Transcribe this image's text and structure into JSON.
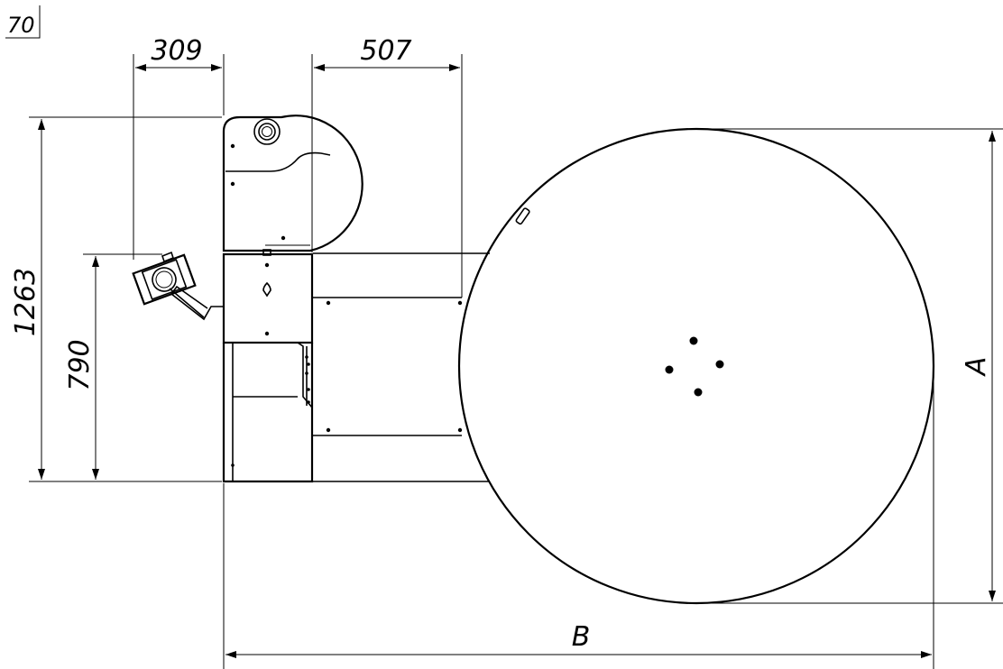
{
  "title_block": {
    "ref": "70"
  },
  "dimensions": {
    "overall_height": "1263",
    "table_height": "790",
    "arm_width": "309",
    "column_width": "507",
    "turntable_diameter_label": "A",
    "overall_length_label": "B"
  }
}
